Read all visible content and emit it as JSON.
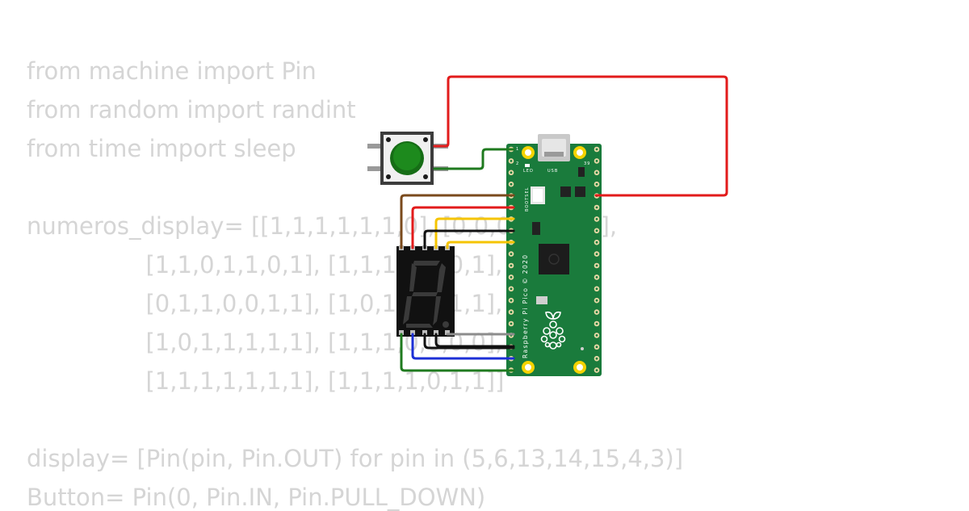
{
  "code_lines": [
    "from machine import Pin",
    "from random import randint",
    "from time import sleep",
    "numeros_display= [[1,1,1,1,1,1,0], [0,0,0,0,1,1,0],",
    "                [1,1,0,1,1,0,1], [1,1,1,1,0,0,1],",
    "                [0,1,1,0,0,1,1], [1,0,1,1,0,1,1],",
    "                [1,0,1,1,1,1,1], [1,1,1,0,0,0,0],",
    "                [1,1,1,1,1,1,1], [1,1,1,1,0,1,1]]",
    "display= [Pin(pin, Pin.OUT) for pin in (5,6,13,14,15,4,3)]",
    "Button= Pin(0, Pin.IN, Pin.PULL_DOWN)"
  ],
  "board": {
    "name": "Raspberry Pi Pico © 2020",
    "led_label": "LED",
    "usb_label": "USB",
    "bootsel_label": "BOOTSEL",
    "pin1_label": "1",
    "pin2_label": "2",
    "pin39_label": "39"
  },
  "colors": {
    "board": "#1a7b3c",
    "wire_red": "#e21b1b",
    "wire_green": "#1f7a1f",
    "wire_brown": "#7a4a1c",
    "wire_yellow": "#f5c400",
    "wire_black": "#111111",
    "wire_gray": "#8c8c8c",
    "wire_blue": "#1c2fd6",
    "button_cap": "#1d8a1d",
    "code_text": "#d5d5d5"
  }
}
